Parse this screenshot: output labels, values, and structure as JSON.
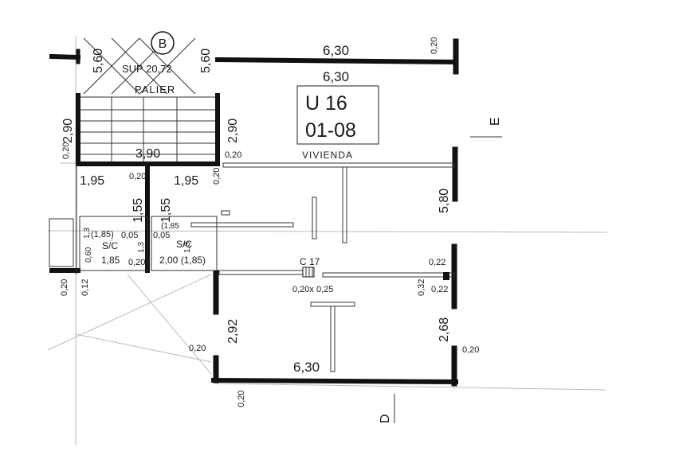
{
  "plan": {
    "unit_code": "U 16",
    "unit_number": "01-08",
    "unit_use": "VIVIENDA",
    "stair_label": "B",
    "landing_area": "SUP 20,72",
    "landing_name": "PALIER",
    "column_label": "C 17",
    "column_size": "0,20x 0,25",
    "closet_left": "S/C",
    "closet_right": "S/C",
    "marker_e": "E",
    "marker_d": "D"
  },
  "dimensions": {
    "top_outer": "6,30",
    "top_inner": "6,30",
    "bottom_width": "6,30",
    "right_upper": "5,80",
    "right_lower": "2,68",
    "left_lower": "2,92",
    "stair_width": "3,90",
    "stair_left": "2,90",
    "stair_right": "2,90",
    "palier_left": "5,60",
    "palier_right": "5,60",
    "hall_left": "1,95",
    "hall_right": "1,95",
    "hall_h_left": "1,55",
    "hall_h_right": "1,55",
    "closet_left_w": "1,85",
    "closet_right_w": "2,00 (1,85)",
    "paren_185_a": "(1,85)",
    "paren_185_b": "(1,85",
    "d005_a": "0,05",
    "d005_b": "0,05",
    "d13_a": "1,3",
    "d13_b": "1,3",
    "d13_c": "1,3",
    "d060": "0,60",
    "w020_top": "0,20",
    "w020_stair": "0,20",
    "w020_hall": "0,20",
    "w020_mid": "0,20",
    "w020_closet": "0,20",
    "w020_left_low": "0,20",
    "w020_bottom": "0,20",
    "w020_right_low": "0,20",
    "w020_far_left": "0,20",
    "w020_stair_left": "0,20",
    "w012": "0,12",
    "w022_a": "0,22",
    "w022_b": "0,22",
    "w032": "0,32"
  }
}
